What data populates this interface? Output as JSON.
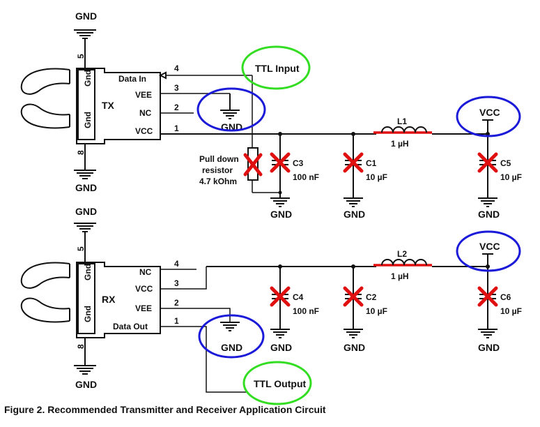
{
  "tx": {
    "name": "TX",
    "pin_labels": [
      "Data In",
      "VEE",
      "NC",
      "VCC"
    ],
    "pin_numbers": [
      "4",
      "3",
      "2",
      "1"
    ],
    "gnd_pin_labels": [
      "Gnd",
      "Gnd"
    ],
    "case_pin_numbers": [
      "5",
      "8"
    ]
  },
  "rx": {
    "name": "RX",
    "pin_labels": [
      "NC",
      "VCC",
      "VEE",
      "Data Out"
    ],
    "pin_numbers": [
      "4",
      "3",
      "2",
      "1"
    ],
    "gnd_pin_labels": [
      "Gnd",
      "Gnd"
    ],
    "case_pin_numbers": [
      "5",
      "8"
    ]
  },
  "ttl_input": "TTL Input",
  "ttl_output": "TTL Output",
  "gnd": "GND",
  "vcc": "VCC",
  "pulldown": {
    "line1": "Pull down",
    "line2": "resistor",
    "line3": "4.7 kOhm"
  },
  "inductors": [
    {
      "ref": "L1",
      "value": "1 µH"
    },
    {
      "ref": "L2",
      "value": "1 µH"
    }
  ],
  "capacitors": [
    {
      "ref": "C3",
      "value": "100 nF"
    },
    {
      "ref": "C1",
      "value": "10 µF"
    },
    {
      "ref": "C5",
      "value": "10 µF"
    },
    {
      "ref": "C4",
      "value": "100 nF"
    },
    {
      "ref": "C2",
      "value": "10 µF"
    },
    {
      "ref": "C6",
      "value": "10 µF"
    }
  ],
  "caption": "Figure 2. Recommended Transmitter and Receiver Application Circuit",
  "colors": {
    "strike": "#e01010",
    "ttl_highlight": "#33dd22",
    "supply_highlight": "#1a1ad8"
  }
}
